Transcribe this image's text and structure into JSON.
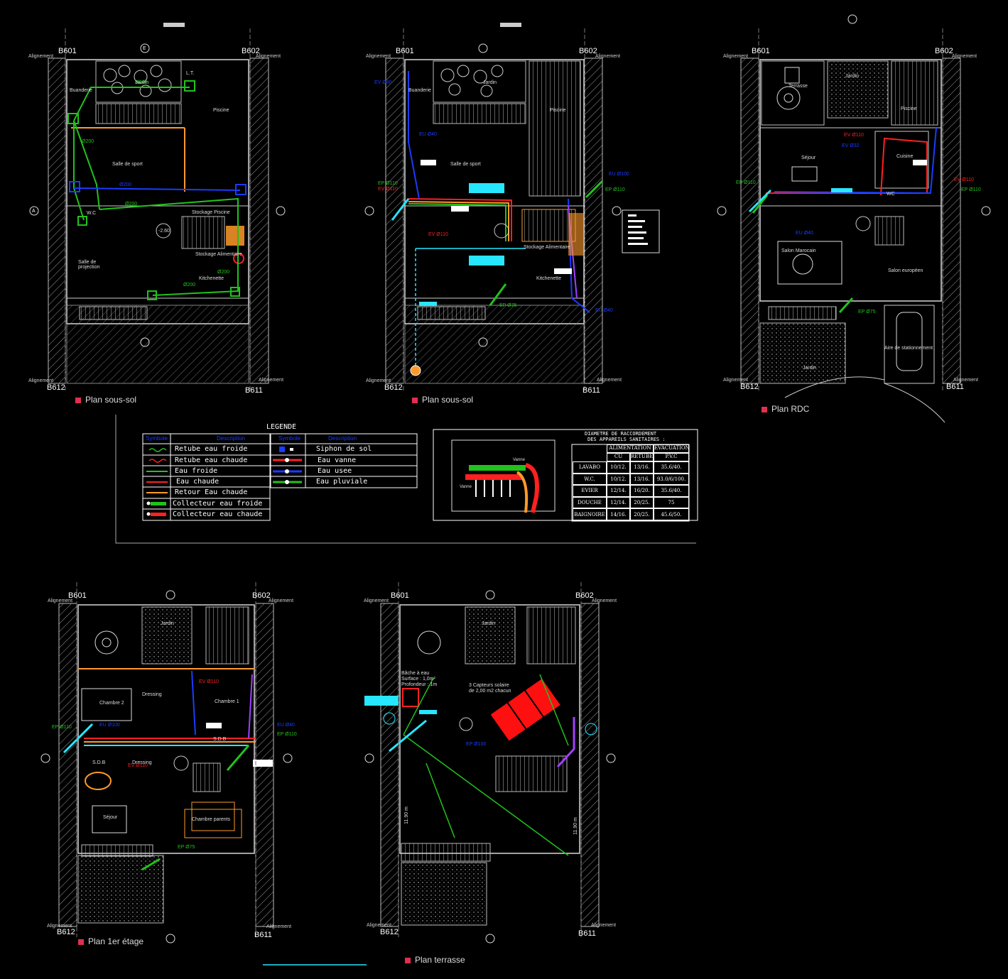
{
  "colors": {
    "background": "#000000",
    "wall": "#b8b8b8",
    "line": "#d8d8d8",
    "cold": "#22c21c",
    "hot": "#ff2020",
    "return": "#ff9a2a",
    "drain": "#1a3cff",
    "vent": "#27e6ff",
    "rain": "#a040ff",
    "label": "#ffffff",
    "marker": "#e03050"
  },
  "axes": {
    "top_left": "B601",
    "top_right": "B602",
    "bottom_left": "B612",
    "bottom_right": "B611",
    "alignment": "Alignement",
    "e": "E",
    "a": "A"
  },
  "plans": [
    {
      "title": "Plan sous-sol",
      "rooms": [
        "Buanderie",
        "Jardin",
        "L.T.",
        "Piscine",
        "Salle de sport",
        "W.C",
        "Stockage Piscine",
        "Salle de projection",
        "Stockage Alimentaire",
        "Kitchenette"
      ],
      "annotations": [
        "Ø200",
        "Ø200",
        "Ø200",
        "Ø200",
        "Ø200",
        "Ø200",
        "-2.60"
      ]
    },
    {
      "title": "Plan sous-sol",
      "rooms": [
        "Buanderie",
        "Jardin",
        "Piscine",
        "Salle de sport",
        "Stockage Alimentaire",
        "Kitchenette"
      ],
      "annotations": [
        "EV Ø40",
        "EU Ø40",
        "EP Ø110",
        "EV Ø110",
        "EV Ø110",
        "EU Ø100",
        "EP Ø110",
        "EP Ø75",
        "EU Ø40"
      ]
    },
    {
      "title": "Plan RDC",
      "rooms": [
        "Terrasse",
        "Jardin",
        "Piscine",
        "Séjour",
        "Cuisine",
        "WC",
        "Salon Marocain",
        "Salon européen",
        "Jardin",
        "Aire de stationnement"
      ],
      "annotations": [
        "EV Ø110",
        "EV Ø32",
        "EP Ø110",
        "EV Ø110",
        "EP Ø110",
        "EP Ø75",
        "EU Ø40"
      ]
    },
    {
      "title": "Plan 1er étage",
      "rooms": [
        "Jardin",
        "Chambre 2",
        "Dressing",
        "Chambre 1",
        "S.D.B",
        "Dressing",
        "S.D.B",
        "Séjour",
        "Chambre parents"
      ],
      "annotations": [
        "EV Ø110",
        "EP Ø110",
        "EU Ø100",
        "EU Ø40",
        "EP Ø110",
        "EV Ø110",
        "EP Ø75"
      ]
    },
    {
      "title": "Plan terrasse",
      "rooms": [
        "Jardin"
      ],
      "annotations": [
        "Bâche à eau",
        "Surface : 1,0m²",
        "Profondeur : 1m",
        "3 Capteurs solaire",
        "de 2,00 m2 chacun",
        "EP Ø100",
        "11.90 m",
        "11.90 m"
      ]
    }
  ],
  "legend": {
    "title": "LEGENDE",
    "header_symbole": "Symbole",
    "header_description": "Description",
    "left_items": [
      "Retube eau froide",
      "Retube eau chaude",
      "Eau froide",
      "Eau chaude",
      "Retour Eau chaude",
      "Collecteur eau froide",
      "Collecteur eau chaude"
    ],
    "right_items": [
      "Siphon de sol",
      "Eau vanne",
      "Eau usee",
      "Eau pluviale"
    ]
  },
  "collector": {
    "label_top": "Vanne",
    "label_left": "Vanne"
  },
  "diameter_table": {
    "title_line1": "DIAMETRE DE RACCORDEMENT",
    "title_line2": "DES APPAREILS SANITAIRES :",
    "group_alimentation": "ALIMENTATION",
    "group_evacuation": "EVACUATION",
    "col_cu": "CU",
    "col_retube": "RETUBE",
    "col_pvc": "P.V.C",
    "rows": [
      [
        "LAVABO",
        "10/12.",
        "13/16.",
        "35.6/40."
      ],
      [
        "W.C.",
        "10/12.",
        "13/16.",
        "93.0/6/100."
      ],
      [
        "EVIER",
        "12/14.",
        "16/20.",
        "35.6/40."
      ],
      [
        "DOUCHE",
        "12/14.",
        "20/25.",
        "75"
      ],
      [
        "BAIGNOIRE",
        "14/16.",
        "20/25.",
        "45.6/50."
      ]
    ]
  }
}
